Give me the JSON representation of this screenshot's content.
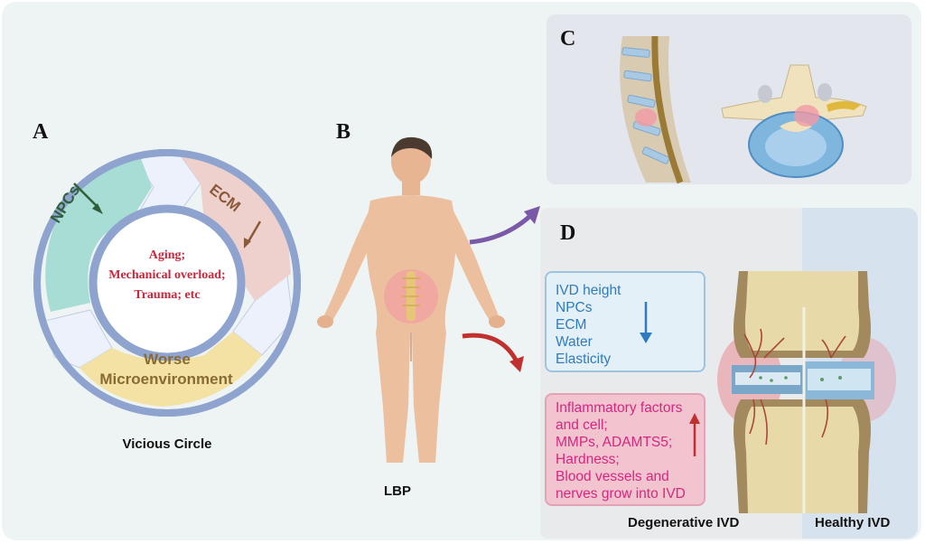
{
  "panels": {
    "a": "A",
    "b": "B",
    "c": "C",
    "d": "D"
  },
  "vicious_circle": {
    "segment_npcs": "NPCs",
    "segment_ecm": "ECM",
    "segment_worse_line1": "Worse",
    "segment_worse_line2": "Microenvironment",
    "center_line1": "Aging;",
    "center_line2": "Mechanical overload;",
    "center_line3": "Trauma; etc",
    "caption": "Vicious Circle"
  },
  "body": {
    "caption": "LBP"
  },
  "decrease_box": [
    "IVD height",
    "NPCs",
    "ECM",
    "Water",
    "Elasticity"
  ],
  "increase_box": [
    "Inflammatory factors",
    "and cell;",
    "MMPs, ADAMTS5;",
    "Hardness;",
    "Blood vessels and",
    "nerves grow into IVD"
  ],
  "ivd_labels": {
    "degenerative": "Degenerative IVD",
    "healthy": "Healthy IVD"
  },
  "colors": {
    "ring": "#8ea4cf",
    "npcs": "#a7ddd4",
    "ecm": "#eed0cd",
    "worse": "#f4e2a4",
    "center_text": "#c8283c",
    "blue_text": "#2e7bbf",
    "pink_text": "#d8267f"
  }
}
